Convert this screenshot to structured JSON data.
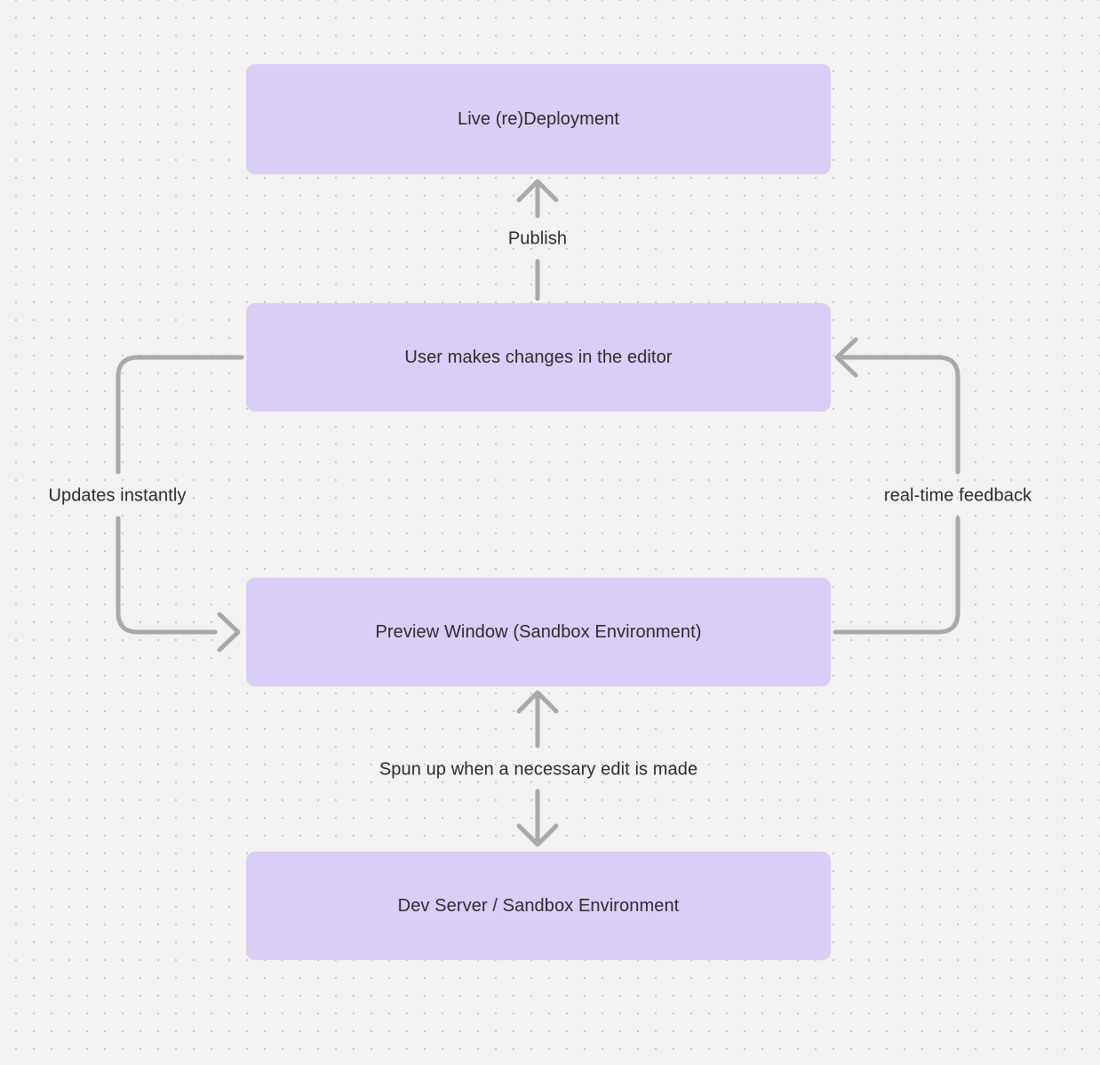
{
  "diagram": {
    "nodes": [
      {
        "id": "live-redeployment",
        "label": "Live (re)Deployment"
      },
      {
        "id": "user-editor",
        "label": "User makes changes in the editor"
      },
      {
        "id": "preview-window",
        "label": "Preview Window (Sandbox Environment)"
      },
      {
        "id": "dev-server",
        "label": "Dev Server / Sandbox Environment"
      }
    ],
    "edges": [
      {
        "id": "publish",
        "label": "Publish",
        "from": "user-editor",
        "to": "live-redeployment",
        "direction": "up"
      },
      {
        "id": "updates-instantly",
        "label": "Updates instantly",
        "from": "user-editor",
        "to": "preview-window",
        "direction": "left-loop-down"
      },
      {
        "id": "real-time-feedback",
        "label": "real-time feedback",
        "from": "preview-window",
        "to": "user-editor",
        "direction": "right-loop-up"
      },
      {
        "id": "spun-up",
        "label": "Spun up when a necessary edit is made",
        "from": "dev-server",
        "to": "preview-window",
        "direction": "bidirectional"
      }
    ],
    "colors": {
      "background": "#f2f2f2",
      "dot_grid": "#c7c7c7",
      "node_fill": "#d9cef5",
      "arrow_stroke": "#a9a9a9",
      "text": "#2c2b31"
    }
  }
}
